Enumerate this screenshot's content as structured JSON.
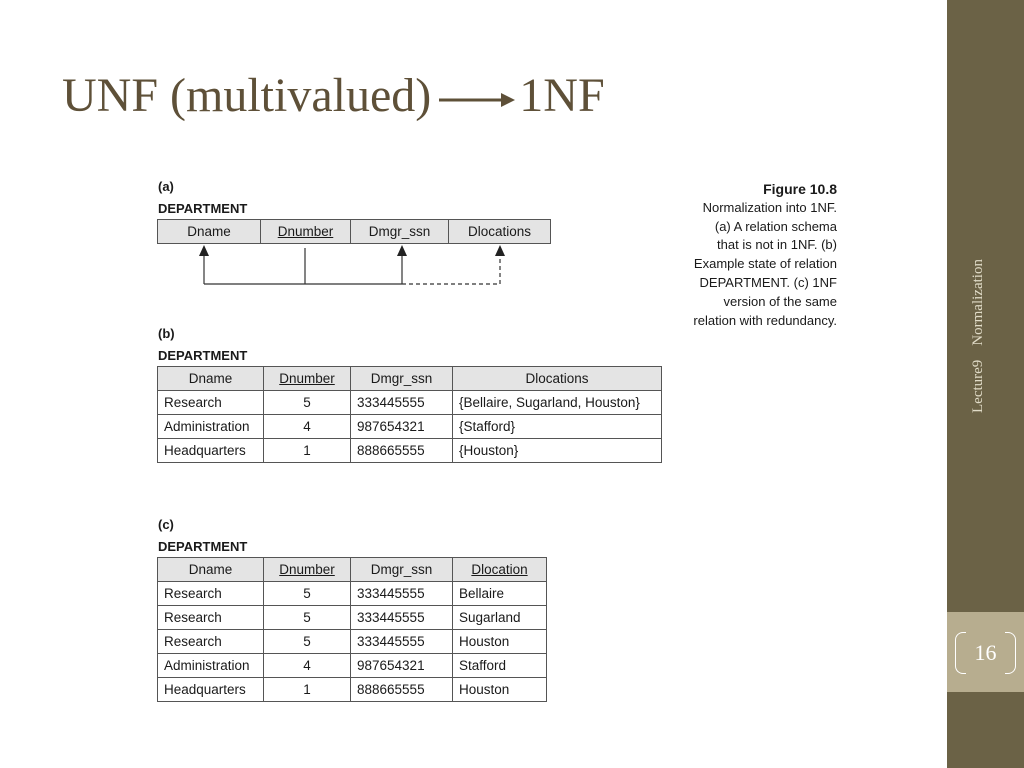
{
  "slide": {
    "title_left": "UNF (multivalued)",
    "title_right": "1NF",
    "sidebar_lecture": "Lecture9",
    "sidebar_topic": "Normalization",
    "page_number": "16"
  },
  "caption": {
    "title": "Figure 10.8",
    "lines": [
      "Normalization into 1NF.",
      "(a) A relation schema",
      "that is not in 1NF. (b)",
      "Example state of relation",
      "DEPARTMENT. (c) 1NF",
      "version of the same",
      "relation with redundancy."
    ]
  },
  "part_a": {
    "label": "(a)",
    "relation": "DEPARTMENT",
    "columns": [
      "Dname",
      "Dnumber",
      "Dmgr_ssn",
      "Dlocations"
    ]
  },
  "part_b": {
    "label": "(b)",
    "relation": "DEPARTMENT",
    "columns": [
      "Dname",
      "Dnumber",
      "Dmgr_ssn",
      "Dlocations"
    ],
    "rows": [
      [
        "Research",
        "5",
        "333445555",
        "{Bellaire, Sugarland, Houston}"
      ],
      [
        "Administration",
        "4",
        "987654321",
        "{Stafford}"
      ],
      [
        "Headquarters",
        "1",
        "888665555",
        "{Houston}"
      ]
    ]
  },
  "part_c": {
    "label": "(c)",
    "relation": "DEPARTMENT",
    "columns": [
      "Dname",
      "Dnumber",
      "Dmgr_ssn",
      "Dlocation"
    ],
    "rows": [
      [
        "Research",
        "5",
        "333445555",
        "Bellaire"
      ],
      [
        "Research",
        "5",
        "333445555",
        "Sugarland"
      ],
      [
        "Research",
        "5",
        "333445555",
        "Houston"
      ],
      [
        "Administration",
        "4",
        "987654321",
        "Stafford"
      ],
      [
        "Headquarters",
        "1",
        "888665555",
        "Houston"
      ]
    ]
  },
  "colors": {
    "title": "#5e5038",
    "sidebar": "#6b6246",
    "page_box": "#b7ad8f"
  },
  "icons": {
    "title_arrow": "right-arrow-icon"
  }
}
